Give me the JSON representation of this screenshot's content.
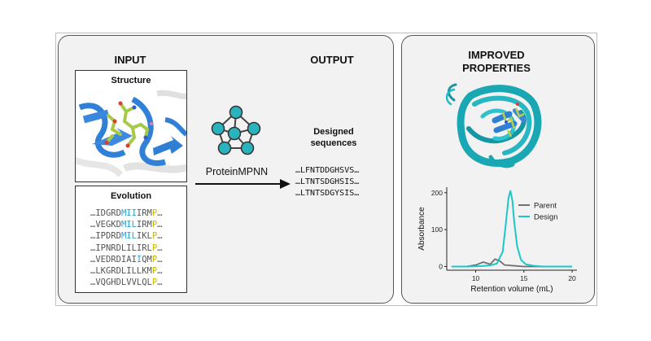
{
  "input_title": "INPUT",
  "output_title": "OUTPUT",
  "improved_title_line1": "IMPROVED",
  "improved_title_line2": "PROPERTIES",
  "structure_label": "Structure",
  "evolution_label": "Evolution",
  "model_label": "ProteinMPNN",
  "designed_label_line1": "Designed",
  "designed_label_line2": "sequences",
  "evolution_sequences": [
    [
      {
        "t": "…IDGRD",
        "c": "g"
      },
      {
        "t": "MII",
        "c": "b"
      },
      {
        "t": "IRM",
        "c": "g"
      },
      {
        "t": "P",
        "c": "y"
      },
      {
        "t": "…",
        "c": "g"
      }
    ],
    [
      {
        "t": "…VEGKD",
        "c": "g"
      },
      {
        "t": "MIL",
        "c": "b"
      },
      {
        "t": "IRM",
        "c": "g"
      },
      {
        "t": "P",
        "c": "y"
      },
      {
        "t": "…",
        "c": "g"
      }
    ],
    [
      {
        "t": "…IPDRD",
        "c": "g"
      },
      {
        "t": "MIL",
        "c": "b"
      },
      {
        "t": "IKL",
        "c": "g"
      },
      {
        "t": "P",
        "c": "y"
      },
      {
        "t": "…",
        "c": "g"
      }
    ],
    [
      {
        "t": "…IPNRDLILIRL",
        "c": "g"
      },
      {
        "t": "P",
        "c": "y"
      },
      {
        "t": "…",
        "c": "g"
      }
    ],
    [
      {
        "t": "…VEDRDIAI",
        "c": "g"
      },
      {
        "t": "I",
        "c": "b"
      },
      {
        "t": "QM",
        "c": "g"
      },
      {
        "t": "P",
        "c": "y"
      },
      {
        "t": "…",
        "c": "g"
      }
    ],
    [
      {
        "t": "…LKGRDLILLKM",
        "c": "g"
      },
      {
        "t": "P",
        "c": "y"
      },
      {
        "t": "…",
        "c": "g"
      }
    ],
    [
      {
        "t": "…VQGHDLVVLQL",
        "c": "g"
      },
      {
        "t": "P",
        "c": "y"
      },
      {
        "t": "…",
        "c": "g"
      }
    ]
  ],
  "designed_sequences": [
    "…LFNTDDGHSVS…",
    "…LTNTSDGHSIS…",
    "…LTNTSDGYSIS…"
  ],
  "seq_colors": {
    "g": "#555555",
    "b": "#2a9fd6",
    "y": "#c9b800"
  },
  "chart_data": {
    "type": "line",
    "xlabel": "Retention volume (mL)",
    "ylabel": "Absorbance",
    "xlim": [
      7,
      20.5
    ],
    "ylim": [
      -10,
      215
    ],
    "xticks": [
      10,
      15,
      20
    ],
    "yticks": [
      0,
      100,
      200
    ],
    "legend_position": "top-right",
    "series": [
      {
        "name": "Parent",
        "color": "#707070",
        "x": [
          7.5,
          9.0,
          10.0,
          10.8,
          11.5,
          12.0,
          12.5,
          13.0,
          14.0,
          15.0,
          17.0,
          20.0
        ],
        "y": [
          0,
          0,
          4,
          12,
          6,
          20,
          15,
          4,
          2,
          0,
          0,
          0
        ]
      },
      {
        "name": "Design",
        "color": "#1fc6c8",
        "x": [
          7.5,
          9.0,
          10.5,
          11.5,
          12.2,
          12.8,
          13.1,
          13.4,
          13.6,
          13.8,
          14.0,
          14.3,
          14.7,
          15.2,
          16.0,
          17.0,
          20.0
        ],
        "y": [
          0,
          0,
          1,
          3,
          8,
          40,
          110,
          185,
          205,
          180,
          120,
          55,
          18,
          6,
          2,
          0,
          0
        ]
      }
    ]
  }
}
